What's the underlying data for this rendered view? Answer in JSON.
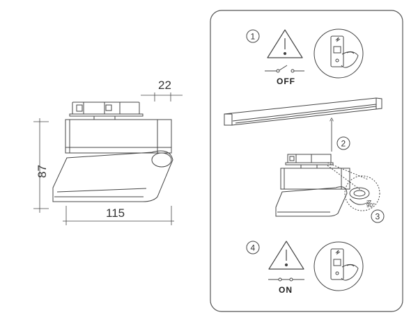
{
  "dimensions": {
    "width": "115",
    "height": "87",
    "adapter_offset": "22"
  },
  "steps": {
    "step1": "1",
    "step2": "2",
    "step3": "3",
    "step4": "4"
  },
  "switch": {
    "off_label": "OFF",
    "on_label": "ON"
  },
  "rotation": {
    "angle_label": "90°"
  },
  "colors": {
    "stroke": "#444444",
    "panel_border": "#555555"
  }
}
